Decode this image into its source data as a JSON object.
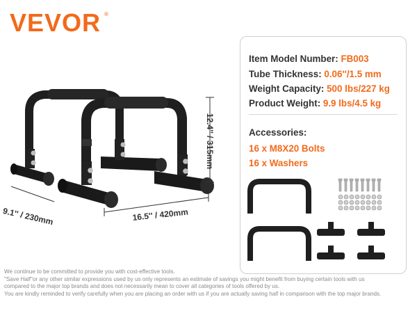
{
  "brand": {
    "logo_text": "VEVOR",
    "reg_mark": "®"
  },
  "specs": [
    {
      "label": "Item Model Number: ",
      "value": "FB003"
    },
    {
      "label": "Tube Thickness: ",
      "value": "0.06''/1.5 mm"
    },
    {
      "label": "Weight Capacity: ",
      "value": "500 lbs/227 kg"
    },
    {
      "label": "Product Weight: ",
      "value": "9.9 lbs/4.5 kg"
    }
  ],
  "accessories": {
    "title": "Accessories:",
    "items": [
      "16 x M8X20 Bolts",
      "16 x Washers"
    ]
  },
  "dimensions": {
    "height": "12.4'' / 315mm",
    "width": "9.1'' / 230mm",
    "length": "16.5'' / 420mm"
  },
  "footer": [
    "We continue to be committed to provide you with cost-effective tools.",
    "\"Save Half\"or any other similar expressions used by us only represents an estimate of savings you might benefit from buying certain tools with us",
    "compared to the major top brands and does not necessarily mean to cover all categories of tools offered by us.",
    "You are kindly reminded to verify carefully when you are placing an order with us if you are actually saving half in comparison with the top major brands."
  ],
  "colors": {
    "accent": "#f26a1b",
    "text": "#333333",
    "product": "#1e1e1e"
  }
}
